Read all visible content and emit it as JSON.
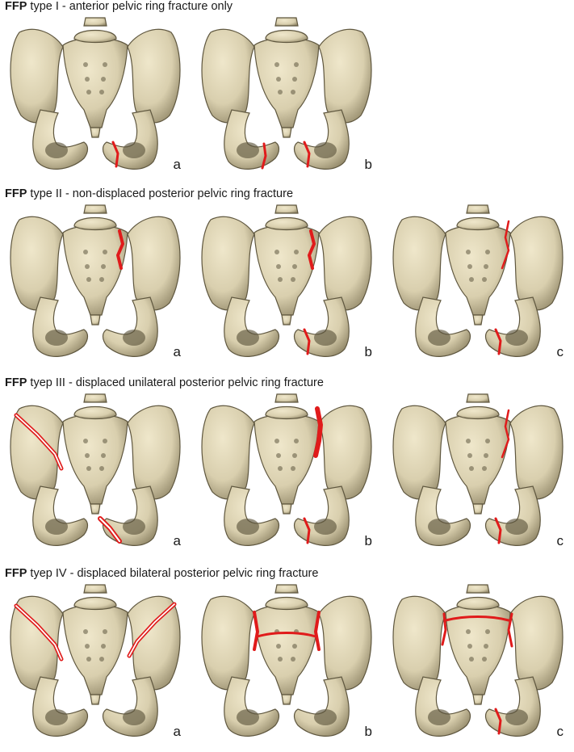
{
  "colors": {
    "bone": "#d9cfae",
    "bone_shadow": "#8f8566",
    "bone_dark": "#5f573f",
    "fracture": "#e01b1b"
  },
  "rows": [
    {
      "title_prefix": "FFP",
      "title_rest": " type I - anterior pelvic ring fracture only",
      "panels": [
        {
          "label": "a",
          "fractures": [
            "pubic-right"
          ]
        },
        {
          "label": "b",
          "fractures": [
            "pubic-left",
            "pubic-right"
          ]
        }
      ]
    },
    {
      "title_prefix": "FFP",
      "title_rest": " type II - non-displaced posterior pelvic ring fracture",
      "panels": [
        {
          "label": "a",
          "fractures": [
            "sacral-right"
          ]
        },
        {
          "label": "b",
          "fractures": [
            "sacral-right",
            "pubic-right"
          ]
        },
        {
          "label": "c",
          "fractures": [
            "si-right",
            "pubic-right"
          ]
        }
      ]
    },
    {
      "title_prefix": "FFP",
      "title_rest": " tyep III - displaced unilateral posterior pelvic ring fracture",
      "panels": [
        {
          "label": "a",
          "fractures": [
            "iliac-left-split",
            "pubic-right-split"
          ]
        },
        {
          "label": "b",
          "fractures": [
            "si-right-bold",
            "pubic-right"
          ]
        },
        {
          "label": "c",
          "fractures": [
            "si-right",
            "pubic-right"
          ]
        }
      ]
    },
    {
      "title_prefix": "FFP",
      "title_rest": " tyep IV - displaced bilateral posterior pelvic ring fracture",
      "panels": [
        {
          "label": "a",
          "fractures": [
            "iliac-left-split",
            "iliac-right-split"
          ]
        },
        {
          "label": "b",
          "fractures": [
            "sacral-bilateral-h"
          ]
        },
        {
          "label": "c",
          "fractures": [
            "sacral-bilateral-c",
            "pubic-right"
          ]
        }
      ]
    }
  ]
}
